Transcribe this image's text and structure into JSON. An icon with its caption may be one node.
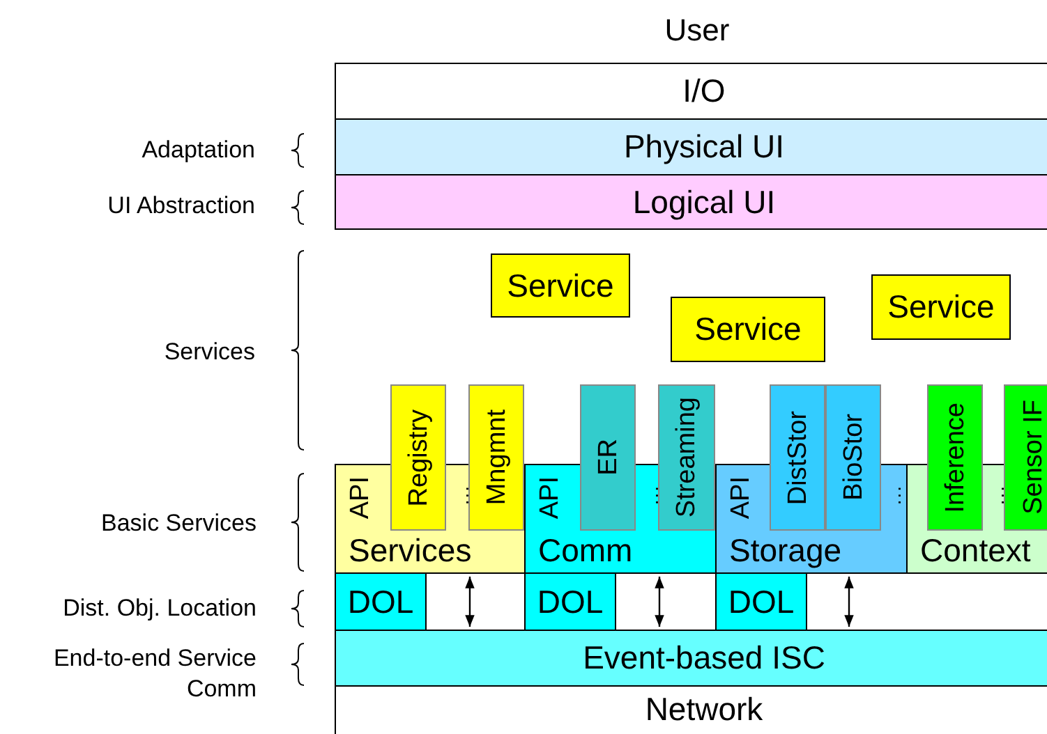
{
  "diagram": {
    "nodes": [
      {
        "text": [
          "I/O"
        ]
      },
      {
        "text": [
          "Physical UI"
        ]
      },
      {
        "text": [
          "Logical UI"
        ]
      },
      {
        "text": [
          "Service"
        ]
      },
      {
        "text": [
          "Service"
        ]
      },
      {
        "text": [
          "Service"
        ]
      },
      {
        "text": [
          "Registry"
        ]
      },
      {
        "text": [
          "Mngmnt"
        ]
      },
      {
        "text": [
          "ER"
        ]
      },
      {
        "text": [
          "Streaming"
        ]
      },
      {
        "text": [
          "DistStor"
        ]
      },
      {
        "text": [
          "BioStor"
        ]
      },
      {
        "text": [
          "Inference"
        ]
      },
      {
        "text": [
          "Sensor IF"
        ]
      },
      {
        "text": [
          "API",
          "Services"
        ]
      },
      {
        "text": [
          "API",
          "Comm"
        ]
      },
      {
        "text": [
          "API",
          "Storage"
        ]
      },
      {
        "text": [
          "Context"
        ]
      },
      {
        "text": [
          "DOL"
        ]
      },
      {
        "text": [
          "DOL"
        ]
      },
      {
        "text": [
          "DOL"
        ]
      },
      {
        "text": [
          "Event-based ISC"
        ]
      },
      {
        "text": [
          "Network"
        ]
      }
    ],
    "edges": [
      {
        "from": 14,
        "to": 21,
        "arrow": "both"
      },
      {
        "from": 15,
        "to": 21,
        "arrow": "both"
      },
      {
        "from": 16,
        "to": 21,
        "arrow": "both"
      }
    ],
    "labels": [
      "User",
      "Adaptation",
      "UI Abstraction",
      "Services",
      "...",
      "...",
      "...",
      "...",
      "Basic Services",
      "Dist. Obj. Location",
      "End-to-end Service Comm"
    ]
  }
}
